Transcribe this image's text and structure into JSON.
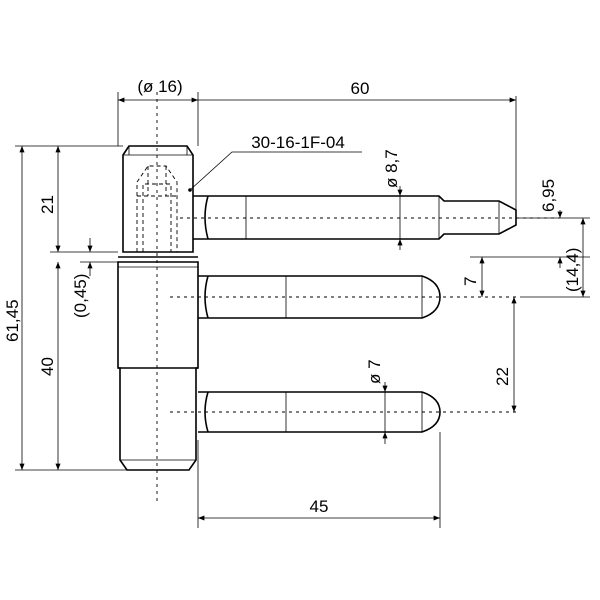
{
  "part_code": "30-16-1F-04",
  "dimensions": {
    "head_diameter": "(ø 16)",
    "overall_length": "60",
    "upper_pin_diameter": "ø 8,7",
    "tip_offset": "6,95",
    "pin_spacing": "(14,4)",
    "gap_to_lower_pin": "7",
    "lower_pin_spacing": "22",
    "lower_pin_diameter": "ø 7",
    "pin_length": "45",
    "total_height": "61,45",
    "upper_height": "21",
    "washer_gap": "(0,45)",
    "lower_height": "40"
  }
}
